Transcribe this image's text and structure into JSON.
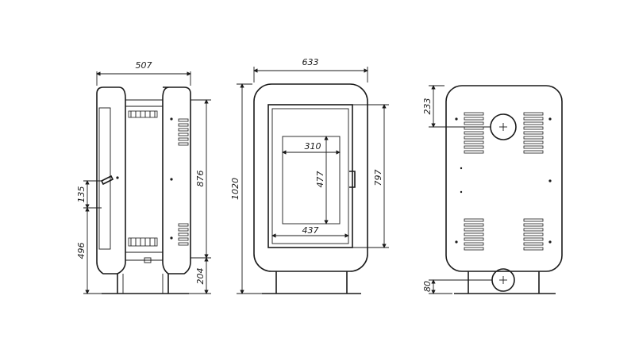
{
  "colors": {
    "line": "#1a1a1a",
    "background": "#ffffff"
  },
  "side_view": {
    "width": "507",
    "height": "876",
    "handle_height": "135",
    "lower_height": "496",
    "base_height": "204"
  },
  "front_view": {
    "width": "633",
    "total_height": "1020",
    "door_height": "797",
    "glass_width": "310",
    "glass_height": "477",
    "door_width": "437"
  },
  "rear_view": {
    "top_outlet": "233",
    "bottom_outlet": "80"
  }
}
